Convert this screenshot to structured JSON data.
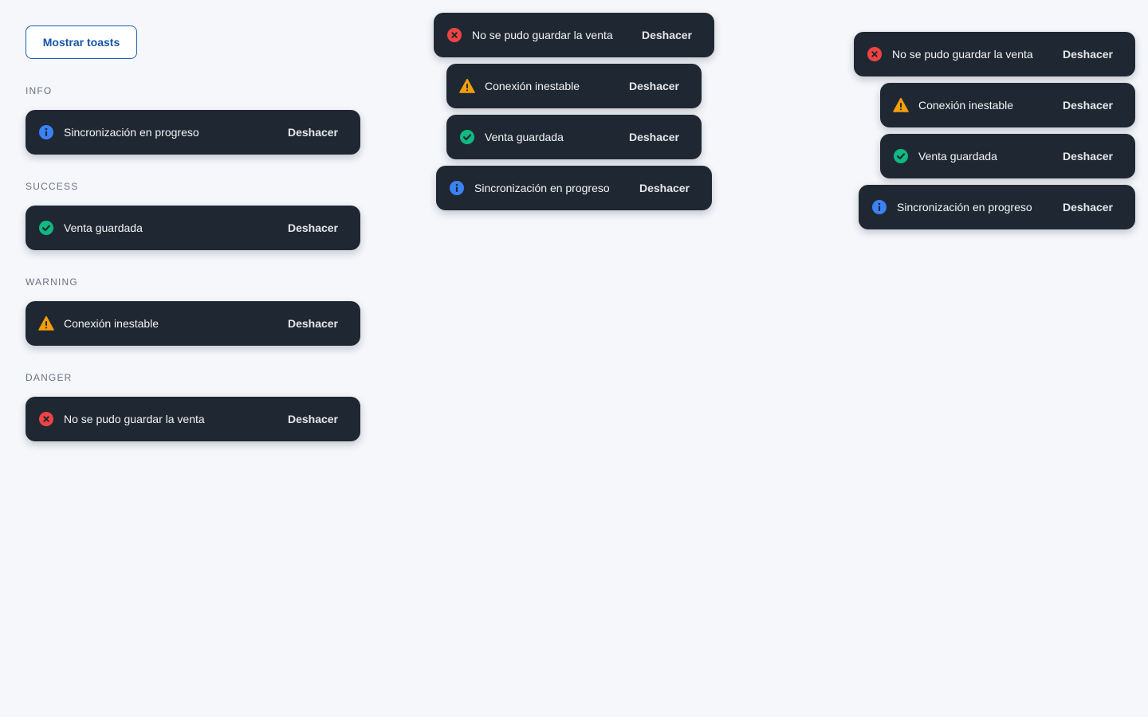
{
  "show_button": "Mostrar toasts",
  "sections": {
    "info": "INFO",
    "success": "SUCCESS",
    "warning": "WARNING",
    "danger": "DANGER"
  },
  "messages": {
    "info": "Sincronización en progreso",
    "success": "Venta guardada",
    "warning": "Conexión inestable",
    "danger": "No se pudo guardar la venta"
  },
  "action_label": "Deshacer",
  "colors": {
    "info": "#3b82f6",
    "success": "#10b981",
    "warning": "#f59e0b",
    "danger": "#ef4444",
    "toast_bg": "#1f2832"
  },
  "icons": {
    "info": "info-icon",
    "success": "check-circle-icon",
    "warning": "warning-triangle-icon",
    "danger": "error-circle-icon"
  }
}
